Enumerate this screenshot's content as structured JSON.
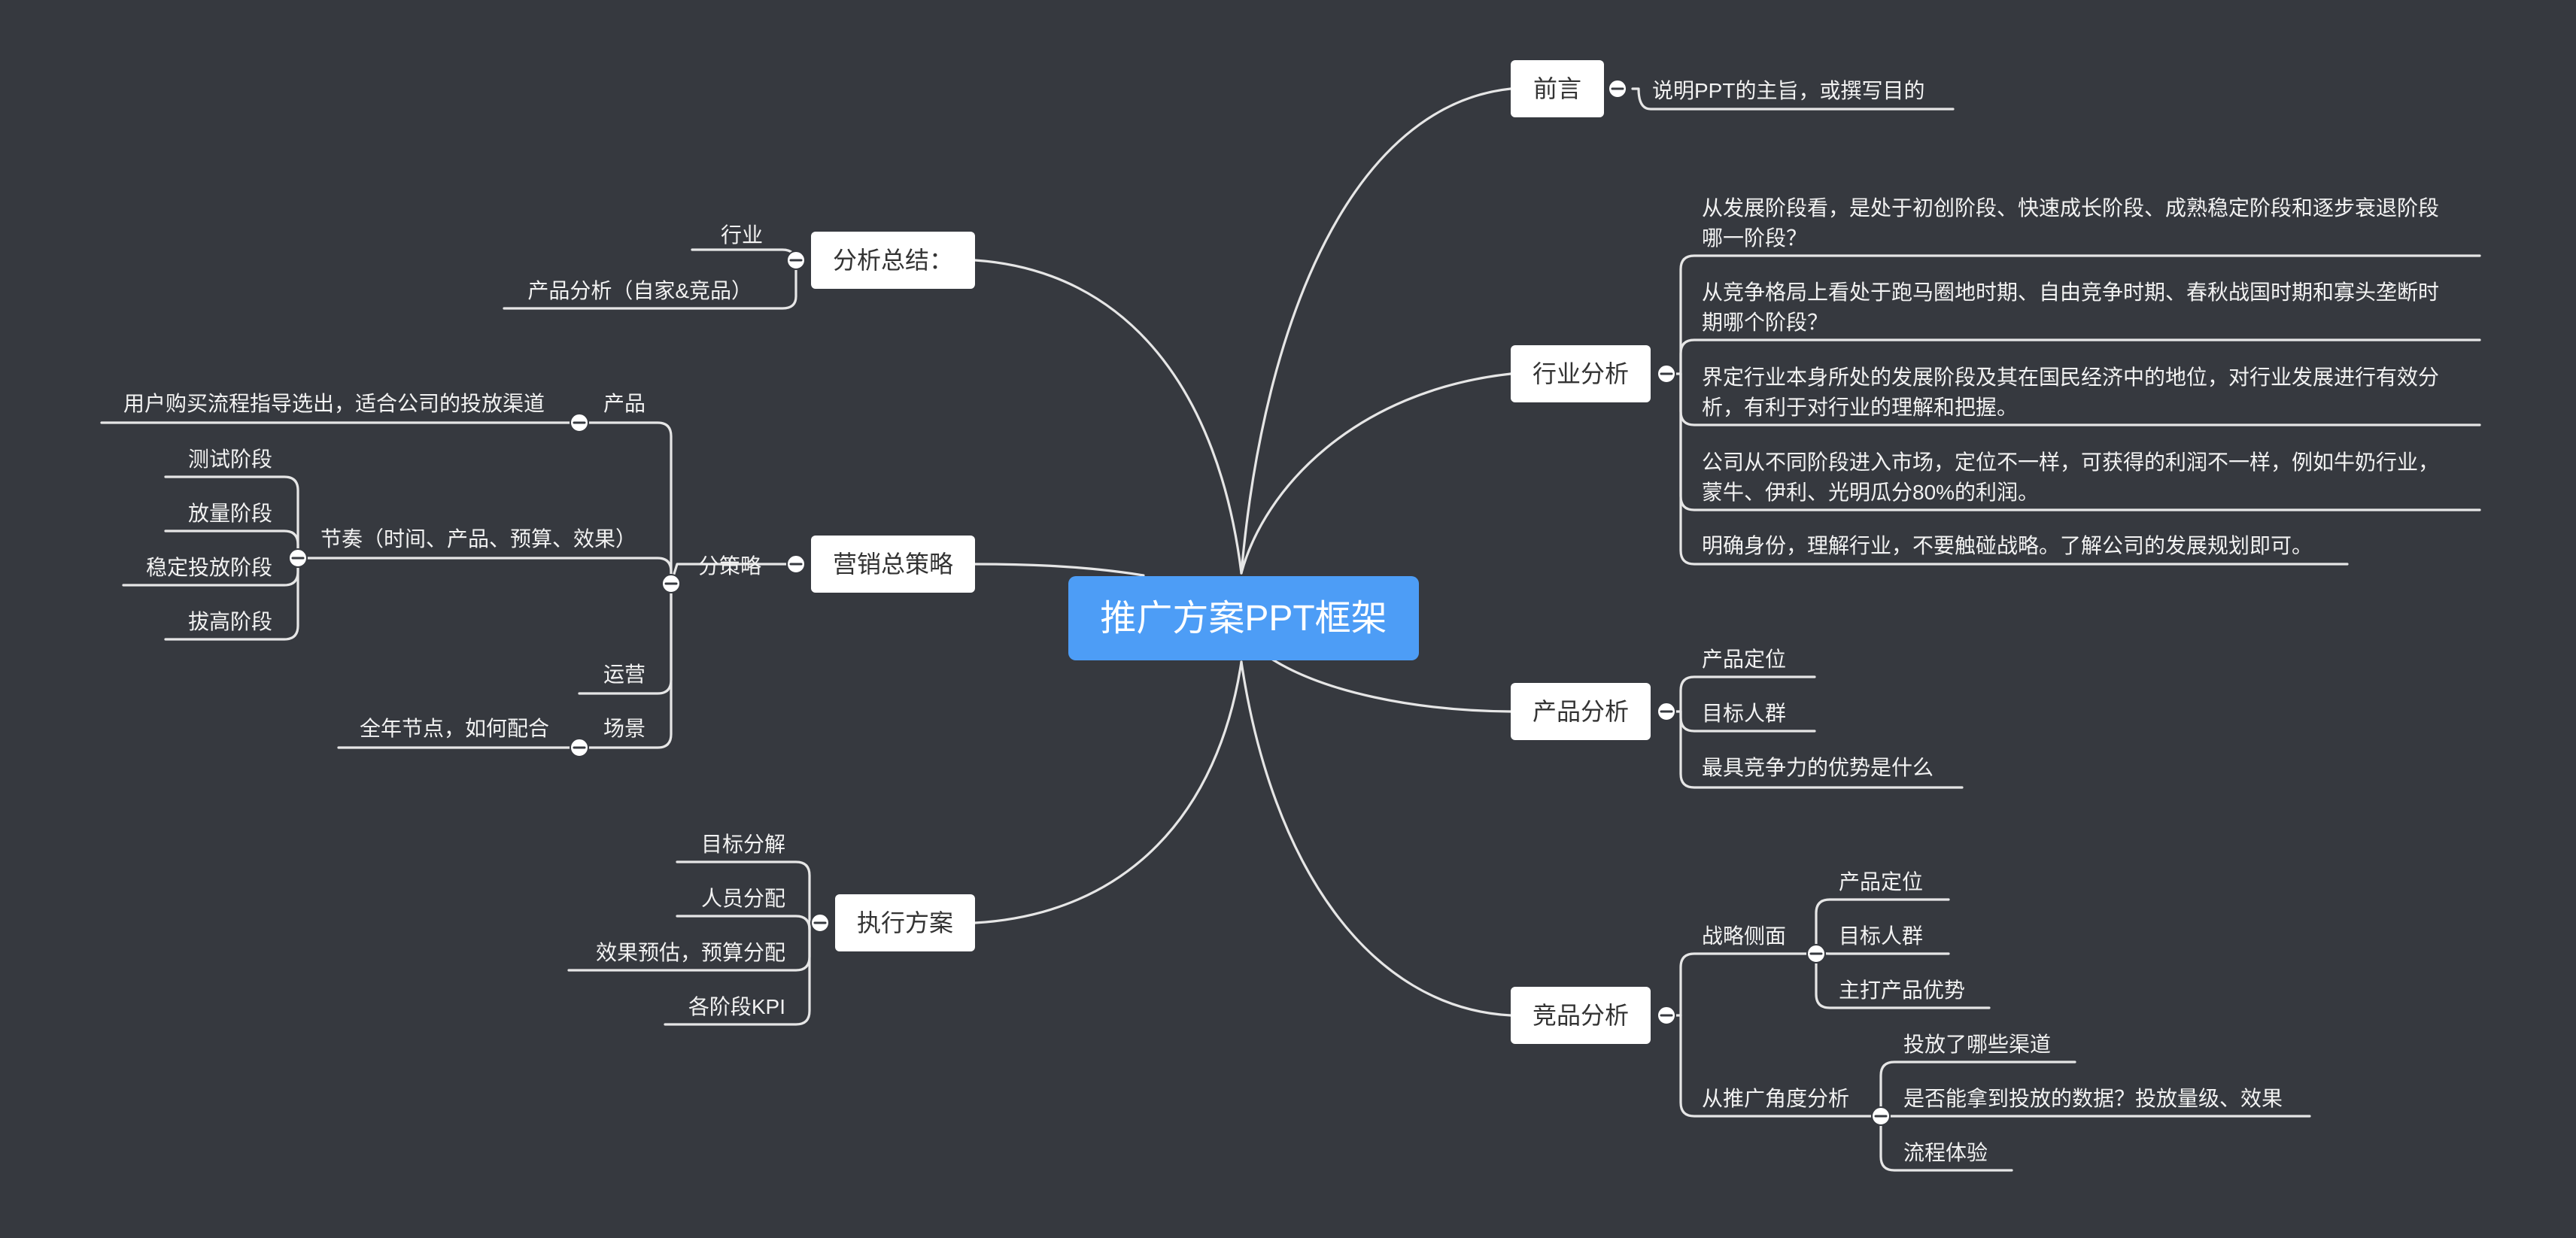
{
  "root": "推广方案PPT框架",
  "branches": {
    "preface": {
      "label": "前言",
      "items": [
        "说明PPT的主旨，或撰写目的"
      ]
    },
    "industry": {
      "label": "行业分析",
      "items": [
        [
          "从发展阶段看，是处于初创阶段、快速成长阶段、成熟稳定阶段和逐步衰退阶段",
          "哪一阶段？"
        ],
        [
          "从竞争格局上看处于跑马圈地时期、自由竞争时期、春秋战国时期和寡头垄断时",
          "期哪个阶段？"
        ],
        [
          "界定行业本身所处的发展阶段及其在国民经济中的地位，对行业发展进行有效分",
          "析，有利于对行业的理解和把握。"
        ],
        [
          "公司从不同阶段进入市场，定位不一样，可获得的利润不一样，例如牛奶行业，",
          "蒙牛、伊利、光明瓜分80%的利润。"
        ],
        [
          "明确身份，理解行业，不要触碰战略。了解公司的发展规划即可。"
        ]
      ]
    },
    "product": {
      "label": "产品分析",
      "items": [
        "产品定位",
        "目标人群",
        "最具竞争力的优势是什么"
      ]
    },
    "competitor": {
      "label": "竞品分析",
      "strategy": {
        "label": "战略侧面",
        "items": [
          "产品定位",
          "目标人群",
          "主打产品优势"
        ]
      },
      "promotion": {
        "label": "从推广角度分析",
        "items": [
          "投放了哪些渠道",
          "是否能拿到投放的数据？投放量级、效果",
          "流程体验"
        ]
      }
    },
    "summary": {
      "label": "分析总结：",
      "items": [
        "行业",
        "产品分析（自家&竞品）"
      ]
    },
    "marketing": {
      "label": "营销总策略",
      "sub": {
        "label": "分策略",
        "product": {
          "label": "产品",
          "items": [
            "用户购买流程指导选出，适合公司的投放渠道"
          ]
        },
        "rhythm": {
          "label": "节奏（时间、产品、预算、效果）",
          "items": [
            "测试阶段",
            "放量阶段",
            "稳定投放阶段",
            "拔高阶段"
          ]
        },
        "operation": {
          "label": "运营"
        },
        "scene": {
          "label": "场景",
          "items": [
            "全年节点，如何配合"
          ]
        }
      }
    },
    "execution": {
      "label": "执行方案",
      "items": [
        "目标分解",
        "人员分配",
        "效果预估，预算分配",
        "各阶段KPI"
      ]
    }
  }
}
